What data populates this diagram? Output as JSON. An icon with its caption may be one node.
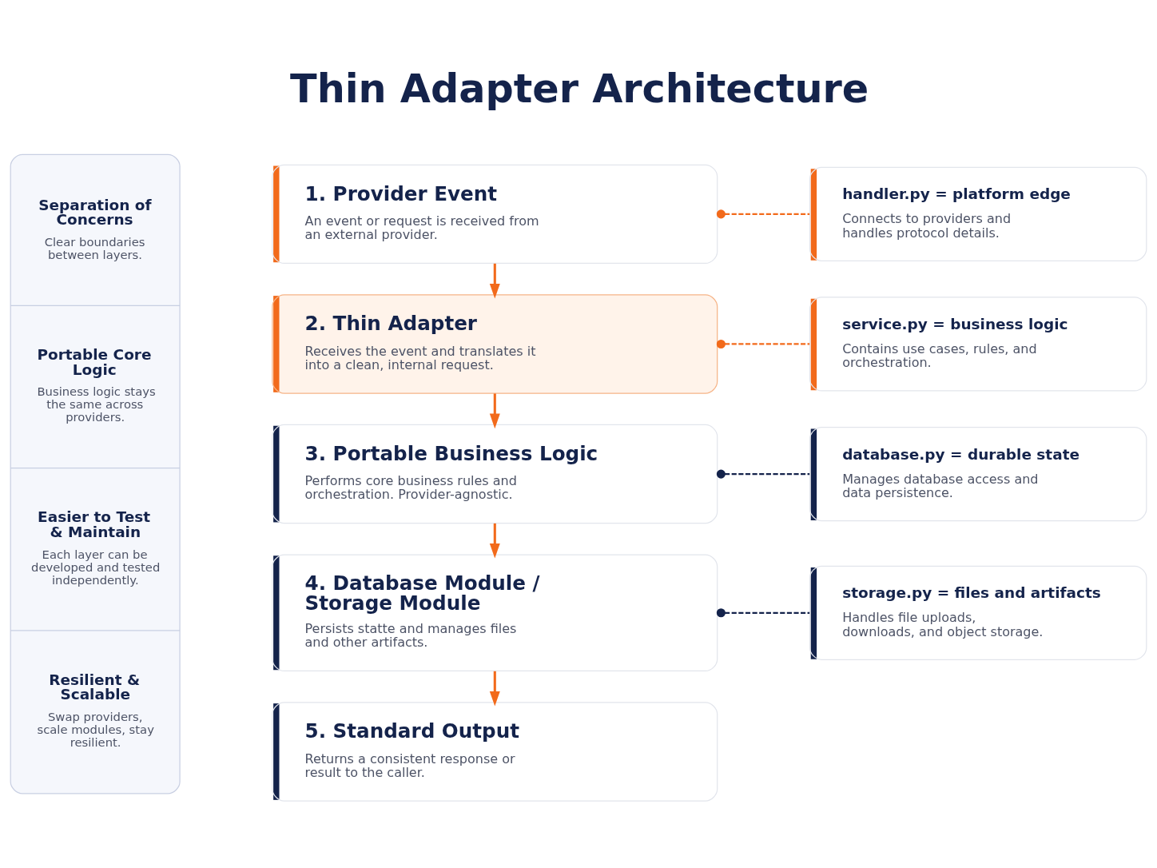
{
  "diagram": {
    "title": "Thin Adapter Architecture",
    "nodes": [
      {
        "text": [
          "Separation of Concerns",
          "Clear boundaries between layers.",
          "Portable Core Logic",
          "Business logic stays the same across providers.",
          "Easier to Test & Maintain",
          "Each layer can be developed and tested independently.",
          "Resilient & Scalable",
          "Swap providers, scale modules, stay resilient."
        ]
      },
      {
        "text": [
          "1. Provider Event",
          "An event or request is received from an external provider."
        ]
      },
      {
        "text": [
          "2. Thin Adapter",
          "Receives the event and translates it into a clean, internal request."
        ]
      },
      {
        "text": [
          "3. Portable Business Logic",
          "Performs core business rules and orchestration. Provider-agnostic."
        ]
      },
      {
        "text": [
          "4. Database Module / Storage Module",
          "Persists statte and manages files and other artifacts."
        ]
      },
      {
        "text": [
          "5. Standard Output",
          "Returns a consistent response or result to the caller."
        ]
      },
      {
        "text": [
          "handler.py = platform edge",
          "Connects to providers and handles protocol details."
        ]
      },
      {
        "text": [
          "service.py = business logic",
          "Contains use cases, rules, and orchestration."
        ]
      },
      {
        "text": [
          "database.py = durable state",
          "Manages database access and data persistence."
        ]
      },
      {
        "text": [
          "storage.py = files and artifacts",
          "Handles file uploads, downloads, and object storage."
        ]
      }
    ],
    "edges": [
      {
        "from": 1,
        "to": 2,
        "arrow": "to"
      },
      {
        "from": 2,
        "to": 3,
        "arrow": "to"
      },
      {
        "from": 3,
        "to": 4,
        "arrow": "to"
      },
      {
        "from": 4,
        "to": 5,
        "arrow": "to"
      },
      {
        "from": 1,
        "to": 6,
        "arrow": "other",
        "style": "dashed"
      },
      {
        "from": 2,
        "to": 7,
        "arrow": "other",
        "style": "dashed"
      },
      {
        "from": 3,
        "to": 8,
        "arrow": "other",
        "style": "dashed",
        "color": "#14234b"
      },
      {
        "from": 4,
        "to": 9,
        "arrow": "other",
        "style": "dashed",
        "color": "#14234b"
      }
    ]
  }
}
